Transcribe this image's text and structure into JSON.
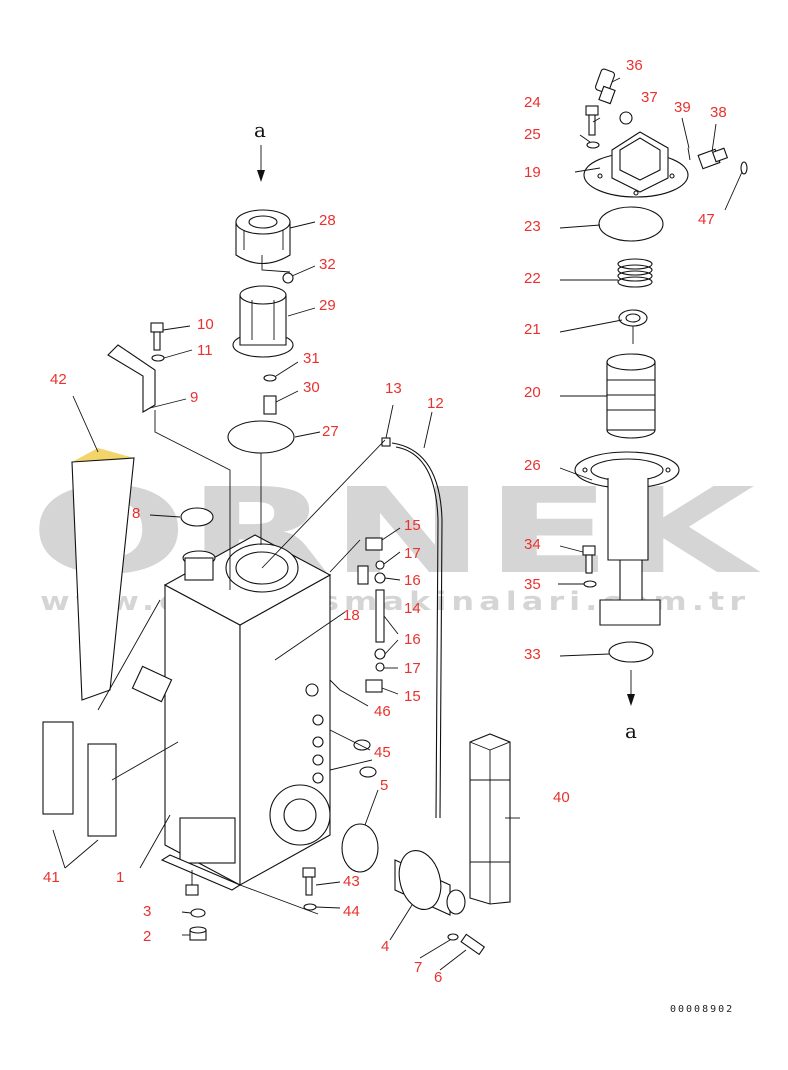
{
  "watermark": {
    "main": "ORNEK",
    "sub": "www.orneki smakinalari.com.tr"
  },
  "drawing_code": "00008902",
  "view_marker": "a",
  "labels": {
    "l36": "36",
    "l37": "37",
    "l24": "24",
    "l39": "39",
    "l38": "38",
    "l25": "25",
    "l19": "19",
    "l47": "47",
    "l23": "23",
    "l22": "22",
    "l21": "21",
    "l20": "20",
    "l26": "26",
    "l34": "34",
    "l35": "35",
    "l33": "33",
    "l28": "28",
    "l32": "32",
    "l29": "29",
    "l10": "10",
    "l11": "11",
    "l31": "31",
    "l30": "30",
    "l9": "9",
    "l42": "42",
    "l13": "13",
    "l12": "12",
    "l27": "27",
    "l8": "8",
    "l15a": "15",
    "l17a": "17",
    "l16a": "16",
    "l14": "14",
    "l18": "18",
    "l16b": "16",
    "l17b": "17",
    "l15b": "15",
    "l46": "46",
    "l45": "45",
    "l5": "5",
    "l40": "40",
    "l41": "41",
    "l1": "1",
    "l43": "43",
    "l44": "44",
    "l3": "3",
    "l2": "2",
    "l4": "4",
    "l7": "7",
    "l6": "6"
  },
  "colors": {
    "label": "#e8322f",
    "line": "#111111",
    "watermark": "#000000",
    "accent": "#f2d46b"
  }
}
